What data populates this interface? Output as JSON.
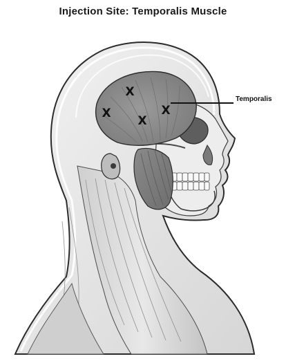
{
  "title": "Injection Site: Temporalis Muscle",
  "label": {
    "text": "Temporalis"
  },
  "injection_sites": [
    {
      "mark": "X"
    },
    {
      "mark": "X"
    },
    {
      "mark": "X"
    },
    {
      "mark": "X"
    }
  ],
  "colors": {
    "outline": "#2b2b2b",
    "skin": "#e9e9e9",
    "muscle": "#a8a8a8",
    "temporalis": "#8e8e8e",
    "bone": "#efefef",
    "background": "#ffffff"
  }
}
